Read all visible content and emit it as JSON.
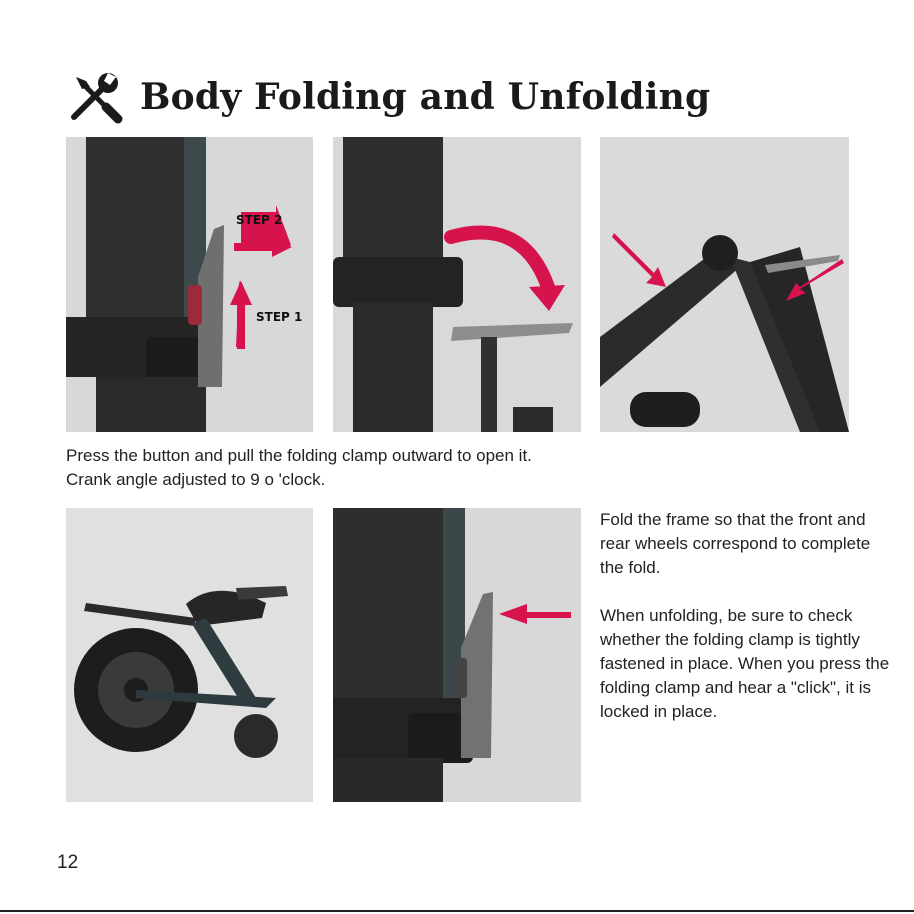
{
  "header": {
    "title": "Body Folding and Unfolding",
    "icon": "tools-icon"
  },
  "photos": [
    {
      "name": "photo-press-button",
      "labels": {
        "step2": "STEP 2",
        "step1": "STEP 1"
      }
    },
    {
      "name": "photo-open-clamp"
    },
    {
      "name": "photo-crank-angle"
    },
    {
      "name": "photo-folded-bike"
    },
    {
      "name": "photo-clamp-locked"
    }
  ],
  "caption": {
    "line1": "Press the button and pull the folding clamp outward to open it.",
    "line2": "Crank angle adjusted to 9 o 'clock."
  },
  "side_text": {
    "fold": "Fold the frame so that the front and rear wheels correspond to complete the fold.",
    "unfold": "When unfolding, be sure to check whether the folding clamp is tightly fastened in place.  When you press the folding clamp and hear a \"click\", it is locked in place."
  },
  "page": {
    "number": "12"
  },
  "colors": {
    "arrow": "#d6134d",
    "photo_bg": "#dcdcdc",
    "frame_dark": "#2b2b2b"
  }
}
